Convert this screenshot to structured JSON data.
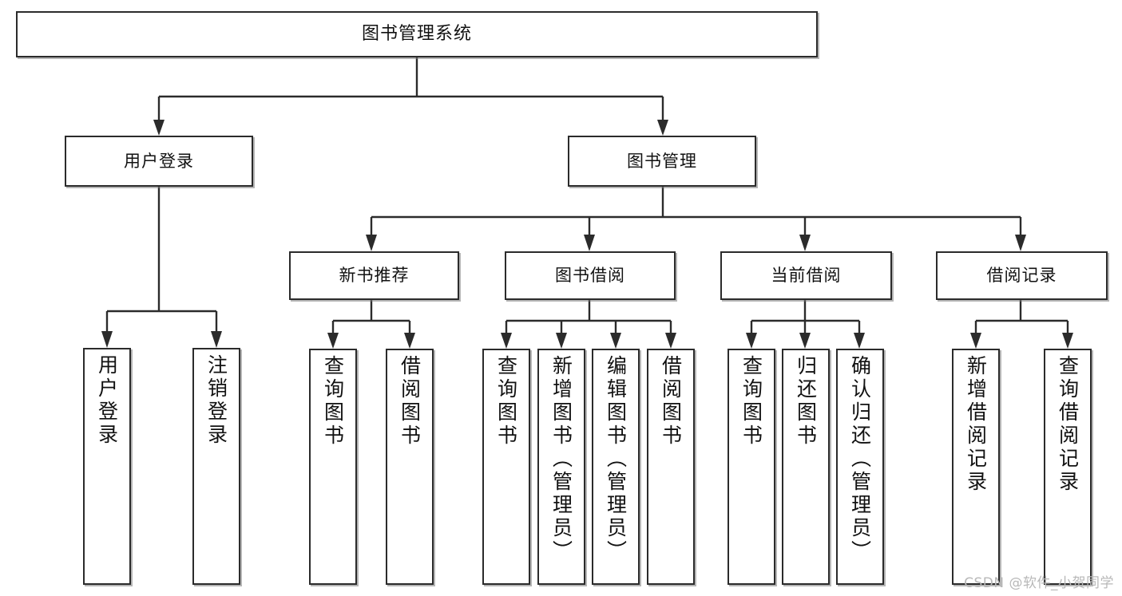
{
  "diagram": {
    "title": "图书管理系统",
    "type": "tree",
    "watermark": "CSDN @软件_小贺同学"
  },
  "nodes": {
    "root": {
      "label": "图书管理系统"
    },
    "level2": [
      {
        "id": "user-login",
        "label": "用户登录"
      },
      {
        "id": "book-manage",
        "label": "图书管理"
      }
    ],
    "level3": [
      {
        "id": "new-book-recommend",
        "label": "新书推荐"
      },
      {
        "id": "book-borrow",
        "label": "图书借阅"
      },
      {
        "id": "current-borrow",
        "label": "当前借阅"
      },
      {
        "id": "borrow-record",
        "label": "借阅记录"
      }
    ],
    "leaves": {
      "user-login": [
        {
          "id": "leaf-user-login",
          "label": "用户登录"
        },
        {
          "id": "leaf-logout",
          "label": "注销登录"
        }
      ],
      "new-book-recommend": [
        {
          "id": "leaf-query-book-1",
          "label": "查询图书"
        },
        {
          "id": "leaf-borrow-book-1",
          "label": "借阅图书"
        }
      ],
      "book-borrow": [
        {
          "id": "leaf-query-book-2",
          "label": "查询图书"
        },
        {
          "id": "leaf-add-book",
          "label": "新增图书（管理员）"
        },
        {
          "id": "leaf-edit-book",
          "label": "编辑图书（管理员）"
        },
        {
          "id": "leaf-borrow-book-2",
          "label": "借阅图书"
        }
      ],
      "current-borrow": [
        {
          "id": "leaf-query-book-3",
          "label": "查询图书"
        },
        {
          "id": "leaf-return-book",
          "label": "归还图书"
        },
        {
          "id": "leaf-confirm-return",
          "label": "确认归还（管理员）"
        }
      ],
      "borrow-record": [
        {
          "id": "leaf-add-record",
          "label": "新增借阅记录"
        },
        {
          "id": "leaf-query-record",
          "label": "查询借阅记录"
        }
      ]
    }
  },
  "colors": {
    "stroke": "#2b2b2b",
    "fill": "#ffffff",
    "shadow": "#787878",
    "watermark": "#b8b8b8"
  }
}
